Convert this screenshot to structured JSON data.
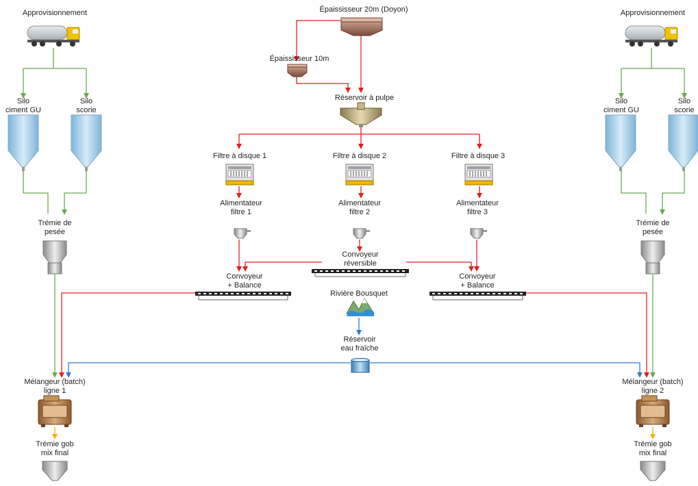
{
  "colors": {
    "pulp_line": "#e02020",
    "dry_line": "#6aa84f",
    "water_line": "#2f7fd1",
    "discharge_line": "#f0b400",
    "truck_tank": "#cfd4d8",
    "truck_cab": "#f2c200",
    "silo": "#a9cde6",
    "conveyor": "#222222",
    "mixer": "#b0804f",
    "thickener": "#8b5a4a"
  },
  "labels": {
    "supply_left": "Approvisionnement",
    "supply_right": "Approvisionnement",
    "thickener_20": "Épaississeur 20m (Doyon)",
    "thickener_10": "Épaississeur 10m",
    "pulp_tank": "Réservoir à pulpe",
    "silo_cement_left": [
      "Silo",
      "ciment GU"
    ],
    "silo_slag_left": [
      "Silo",
      "scorie"
    ],
    "silo_cement_right": [
      "Silo",
      "ciment GU"
    ],
    "silo_slag_right": [
      "Silo",
      "scorie"
    ],
    "filter_1": "Filtre à disque 1",
    "filter_2": "Filtre à disque 2",
    "filter_3": "Filtre à disque 3",
    "feeder_1": [
      "Alimentateur",
      "filtre 1"
    ],
    "feeder_2": [
      "Alimentateur",
      "filtre 2"
    ],
    "feeder_3": [
      "Alimentateur",
      "filtre 3"
    ],
    "weigh_hopper_left": [
      "Trémie de",
      "pesée"
    ],
    "weigh_hopper_right": [
      "Trémie de",
      "pesée"
    ],
    "reversible_conveyor": [
      "Convoyeur",
      "réversible"
    ],
    "conveyor_balance_left": [
      "Convoyeur",
      "+ Balance"
    ],
    "conveyor_balance_right": [
      "Convoyeur",
      "+ Balance"
    ],
    "river": "Rivière Bousquet",
    "fresh_water_tank": [
      "Réservoir",
      "eau fraîche"
    ],
    "mixer_1": [
      "Mélangeur (batch)",
      "ligne 1"
    ],
    "mixer_2": [
      "Mélangeur (batch)",
      "ligne 2"
    ],
    "final_hopper_left": [
      "Trémie gob",
      "mix final"
    ],
    "final_hopper_right": [
      "Trémie gob",
      "mix final"
    ]
  }
}
